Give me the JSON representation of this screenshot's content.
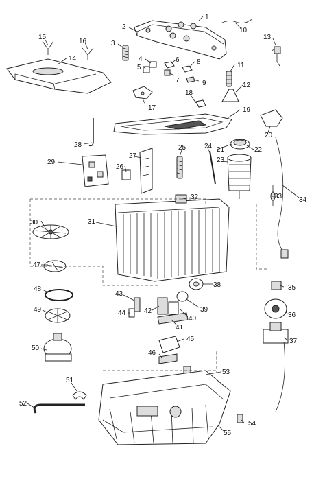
{
  "parts": [
    {
      "id": "p1",
      "label": "1"
    },
    {
      "id": "p2",
      "label": "2"
    },
    {
      "id": "p3",
      "label": "3"
    },
    {
      "id": "p4",
      "label": "4"
    },
    {
      "id": "p5",
      "label": "5"
    },
    {
      "id": "p6",
      "label": "6"
    },
    {
      "id": "p7",
      "label": "7"
    },
    {
      "id": "p8",
      "label": "8"
    },
    {
      "id": "p9",
      "label": "9"
    },
    {
      "id": "p10",
      "label": "10"
    },
    {
      "id": "p11",
      "label": "11"
    },
    {
      "id": "p12",
      "label": "12"
    },
    {
      "id": "p13",
      "label": "13"
    },
    {
      "id": "p14",
      "label": "14"
    },
    {
      "id": "p15",
      "label": "15"
    },
    {
      "id": "p16",
      "label": "16"
    },
    {
      "id": "p17",
      "label": "17"
    },
    {
      "id": "p18",
      "label": "18"
    },
    {
      "id": "p19",
      "label": "19"
    },
    {
      "id": "p20",
      "label": "20"
    },
    {
      "id": "p21",
      "label": "21"
    },
    {
      "id": "p22",
      "label": "22"
    },
    {
      "id": "p23",
      "label": "23"
    },
    {
      "id": "p24",
      "label": "24"
    },
    {
      "id": "p25",
      "label": "25"
    },
    {
      "id": "p26",
      "label": "26"
    },
    {
      "id": "p27",
      "label": "27"
    },
    {
      "id": "p28",
      "label": "28"
    },
    {
      "id": "p29",
      "label": "29"
    },
    {
      "id": "p30",
      "label": "30"
    },
    {
      "id": "p31",
      "label": "31"
    },
    {
      "id": "p32",
      "label": "32"
    },
    {
      "id": "p33",
      "label": "33"
    },
    {
      "id": "p34",
      "label": "34"
    },
    {
      "id": "p35",
      "label": "35"
    },
    {
      "id": "p36",
      "label": "36"
    },
    {
      "id": "p37",
      "label": "37"
    },
    {
      "id": "p38",
      "label": "38"
    },
    {
      "id": "p39",
      "label": "39"
    },
    {
      "id": "p40",
      "label": "40"
    },
    {
      "id": "p41",
      "label": "41"
    },
    {
      "id": "p42",
      "label": "42"
    },
    {
      "id": "p43",
      "label": "43"
    },
    {
      "id": "p44",
      "label": "44"
    },
    {
      "id": "p45",
      "label": "45"
    },
    {
      "id": "p46",
      "label": "46"
    },
    {
      "id": "p47",
      "label": "47"
    },
    {
      "id": "p48",
      "label": "48"
    },
    {
      "id": "p49",
      "label": "49"
    },
    {
      "id": "p50",
      "label": "50"
    },
    {
      "id": "p51",
      "label": "51"
    },
    {
      "id": "p52",
      "label": "52"
    },
    {
      "id": "p53",
      "label": "53"
    },
    {
      "id": "p54",
      "label": "54"
    },
    {
      "id": "p55",
      "label": "55"
    }
  ]
}
